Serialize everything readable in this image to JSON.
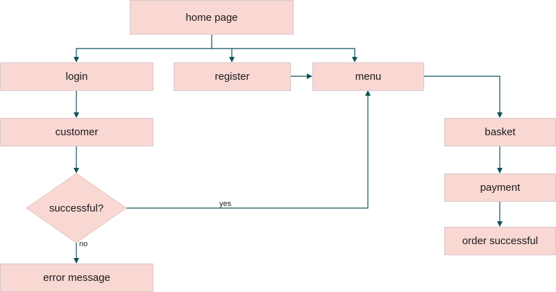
{
  "colors": {
    "node_fill": "#f9d7d3",
    "node_border": "#d6c8cc",
    "edge": "#0d5157"
  },
  "nodes": {
    "home_page": "home page",
    "login": "login",
    "register": "register",
    "menu": "menu",
    "customer": "customer",
    "successful": "successful?",
    "error_message": "error message",
    "basket": "basket",
    "payment": "payment",
    "order_successful": "order successful"
  },
  "edges": {
    "yes_label": "yes",
    "no_label": "no"
  }
}
